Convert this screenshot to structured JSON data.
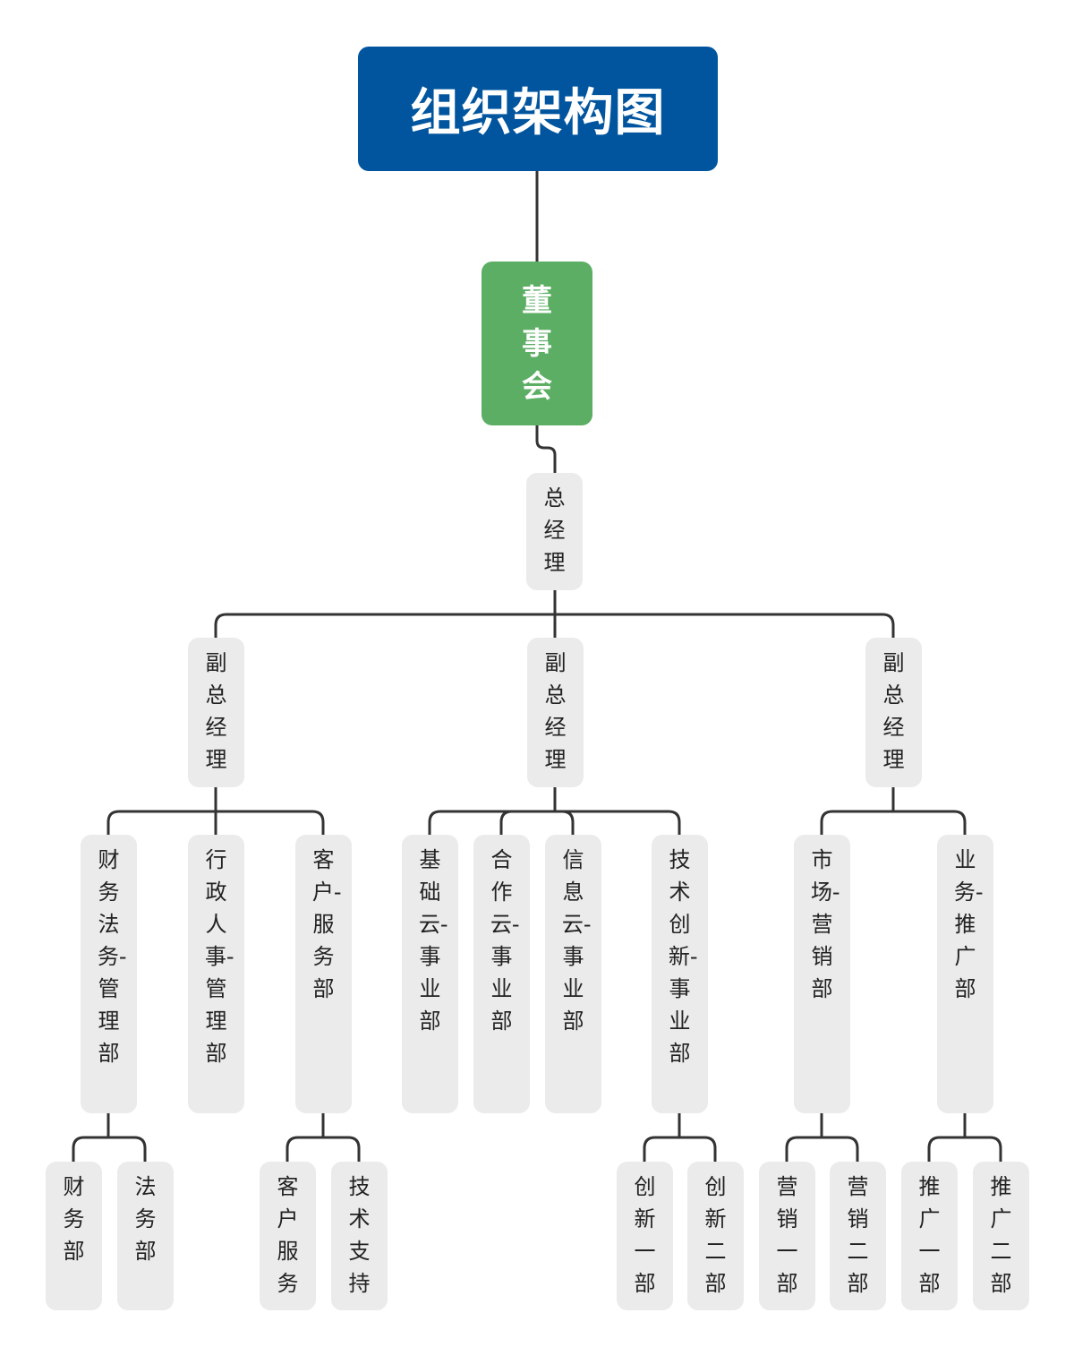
{
  "title": "组织架构图",
  "board": "董事会",
  "general_manager": "总经理",
  "vice_managers": [
    "副总经理",
    "副总经理",
    "副总经理"
  ],
  "departments": [
    "财务法务-管理部",
    "行政人事-管理部",
    "客户-服务部",
    "基础云-事业部",
    "合作云-事业部",
    "信息云-事业部",
    "技术创新-事业部",
    "市场-营销部",
    "业务-推广部"
  ],
  "sub_departments": [
    "财务部",
    "法务部",
    "客户服务",
    "技术支持",
    "创新一部",
    "创新二部",
    "营销一部",
    "营销二部",
    "推广一部",
    "推广二部"
  ],
  "colors": {
    "title_bg": "#00559e",
    "board_bg": "#5bae63",
    "node_bg": "#ebebeb",
    "line": "#333333"
  }
}
